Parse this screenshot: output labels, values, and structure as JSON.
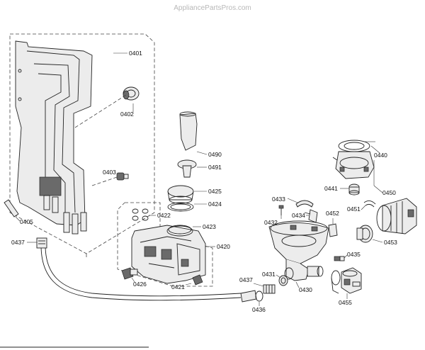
{
  "watermark": "AppliancePartsPros.com",
  "callouts": [
    {
      "id": "0401",
      "text": "0401"
    },
    {
      "id": "0402",
      "text": "0402"
    },
    {
      "id": "0403",
      "text": "0403"
    },
    {
      "id": "0405",
      "text": "0405"
    },
    {
      "id": "0437a",
      "text": "0437"
    },
    {
      "id": "0490",
      "text": "0490"
    },
    {
      "id": "0491",
      "text": "0491"
    },
    {
      "id": "0425",
      "text": "0425"
    },
    {
      "id": "0424",
      "text": "0424"
    },
    {
      "id": "0422",
      "text": "0422"
    },
    {
      "id": "0423",
      "text": "0423"
    },
    {
      "id": "0420",
      "text": "0420"
    },
    {
      "id": "0426",
      "text": "0426"
    },
    {
      "id": "0421",
      "text": "0421"
    },
    {
      "id": "0433",
      "text": "0433"
    },
    {
      "id": "0434",
      "text": "0434"
    },
    {
      "id": "0432",
      "text": "0432"
    },
    {
      "id": "0452",
      "text": "0452"
    },
    {
      "id": "0440",
      "text": "0440"
    },
    {
      "id": "0441",
      "text": "0441"
    },
    {
      "id": "0450",
      "text": "0450"
    },
    {
      "id": "0451",
      "text": "0451"
    },
    {
      "id": "0453",
      "text": "0453"
    },
    {
      "id": "0435",
      "text": "0435"
    },
    {
      "id": "0431",
      "text": "0431"
    },
    {
      "id": "0430",
      "text": "0430"
    },
    {
      "id": "0437b",
      "text": "0437"
    },
    {
      "id": "0436",
      "text": "0436"
    },
    {
      "id": "0455",
      "text": "0455"
    }
  ]
}
